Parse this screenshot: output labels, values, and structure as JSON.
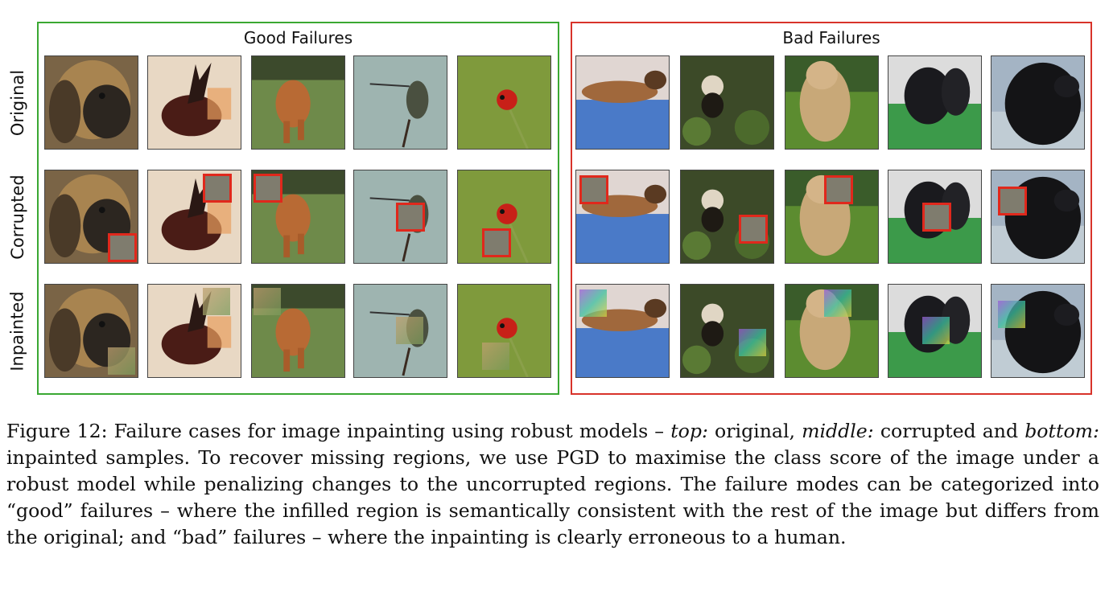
{
  "panels": {
    "good": {
      "title": "Good Failures"
    },
    "bad": {
      "title": "Bad Failures"
    }
  },
  "rows": [
    "Original",
    "Corrupted",
    "Inpainted"
  ],
  "colors": {
    "good_border": "#3aa832",
    "bad_border": "#d8332a",
    "patch_border": "#e0281c"
  },
  "caption": {
    "label": "Figure 12:",
    "t1": " Failure cases for image inpainting using robust models – ",
    "top": "top:",
    "t2": " original, ",
    "middle": "middle:",
    "t3": " corrupted and ",
    "bottom": "bottom:",
    "t4": " inpainted samples. To recover missing regions, we use PGD to maximise the class score of the image under a robust model while penalizing changes to the uncorrupted regions. The failure modes can be categorized into “good” failures – where the infilled region is semantically consistent with the rest of the image but differs from the original; and “bad” failures – where the inpainting is clearly erroneous to a human."
  }
}
